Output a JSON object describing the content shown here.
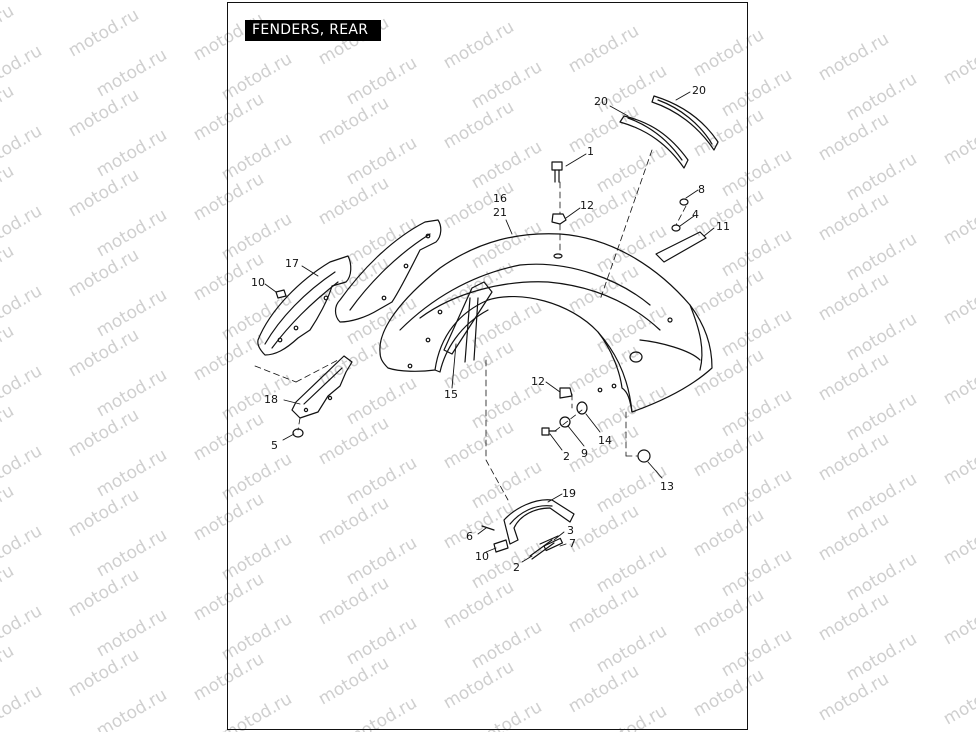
{
  "title": "FENDERS, REAR",
  "watermark": "motod.ru",
  "callouts": [
    "1",
    "2",
    "2",
    "3",
    "4",
    "5",
    "6",
    "7",
    "8",
    "9",
    "10",
    "10",
    "11",
    "12",
    "12",
    "13",
    "14",
    "15",
    "16",
    "17",
    "18",
    "19",
    "20",
    "20",
    "21"
  ]
}
